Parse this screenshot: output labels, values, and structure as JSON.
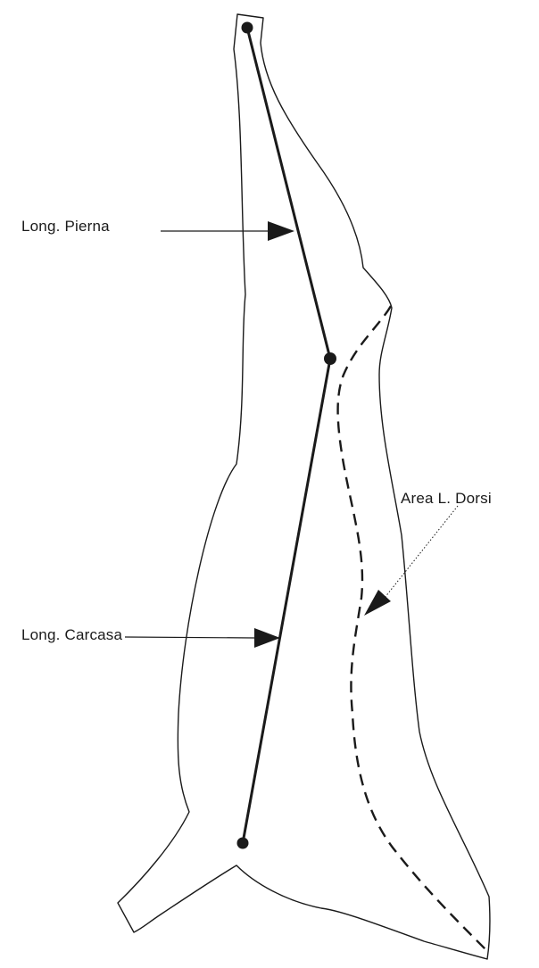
{
  "labels": {
    "leg_length": "Long. Pierna",
    "carcass_length": "Long. Carcasa",
    "loin_area": "Area L. Dorsi"
  },
  "colors": {
    "stroke": "#1a1a1a",
    "background": "#ffffff"
  }
}
